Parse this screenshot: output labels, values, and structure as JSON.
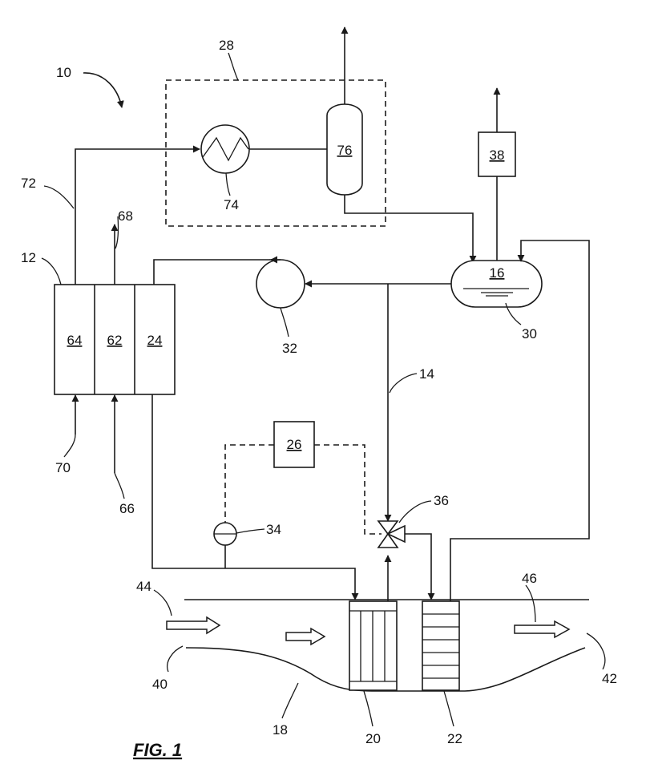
{
  "figure": {
    "caption": "FIG. 1",
    "components": {
      "fuel_cell_64": "64",
      "fuel_cell_62": "62",
      "fuel_cell_24": "24",
      "tank_16": "16",
      "box_38": "38",
      "vessel_76": "76",
      "controller_26": "26"
    },
    "ref_numerals": {
      "r10": "10",
      "r28": "28",
      "r72": "72",
      "r68": "68",
      "r12": "12",
      "r74": "74",
      "r30": "30",
      "r32": "32",
      "r14": "14",
      "r70": "70",
      "r66": "66",
      "r34": "34",
      "r36": "36",
      "r44": "44",
      "r46": "46",
      "r40": "40",
      "r42": "42",
      "r18": "18",
      "r20": "20",
      "r22": "22"
    }
  }
}
